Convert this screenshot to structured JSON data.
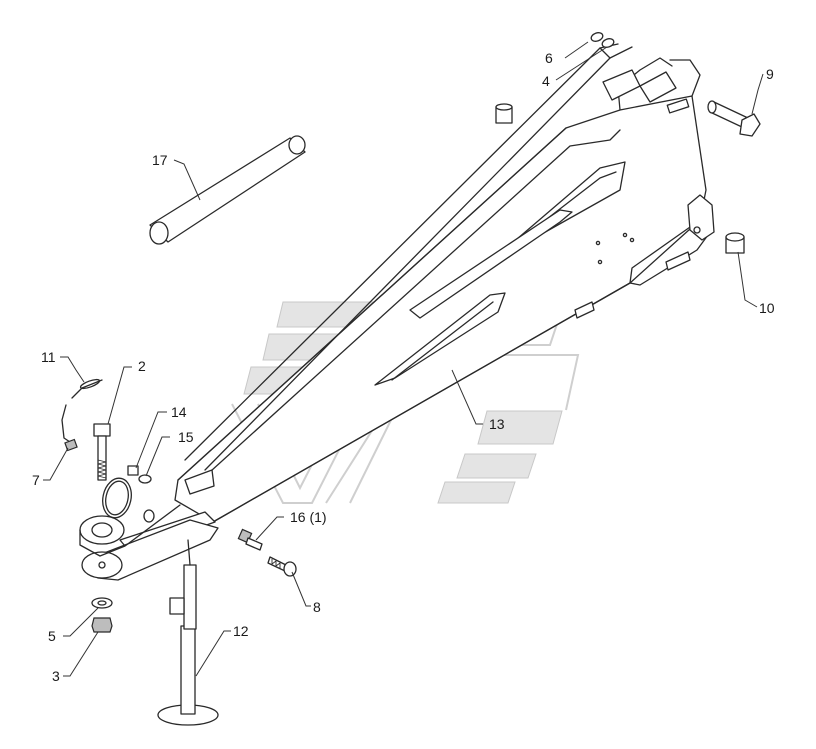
{
  "callouts": [
    {
      "id": "callout-1",
      "text": "2"
    },
    {
      "id": "callout-2",
      "text": "3"
    },
    {
      "id": "callout-3",
      "text": "4"
    },
    {
      "id": "callout-4",
      "text": "5"
    },
    {
      "id": "callout-5",
      "text": "6"
    },
    {
      "id": "callout-6",
      "text": "7"
    },
    {
      "id": "callout-7",
      "text": "8"
    },
    {
      "id": "callout-8",
      "text": "9"
    },
    {
      "id": "callout-9",
      "text": "10"
    },
    {
      "id": "callout-10",
      "text": "11"
    },
    {
      "id": "callout-11",
      "text": "12"
    },
    {
      "id": "callout-12",
      "text": "13"
    },
    {
      "id": "callout-13",
      "text": "14"
    },
    {
      "id": "callout-14",
      "text": "15"
    },
    {
      "id": "callout-15",
      "text": "16 (1)"
    },
    {
      "id": "callout-16",
      "text": "17"
    }
  ]
}
